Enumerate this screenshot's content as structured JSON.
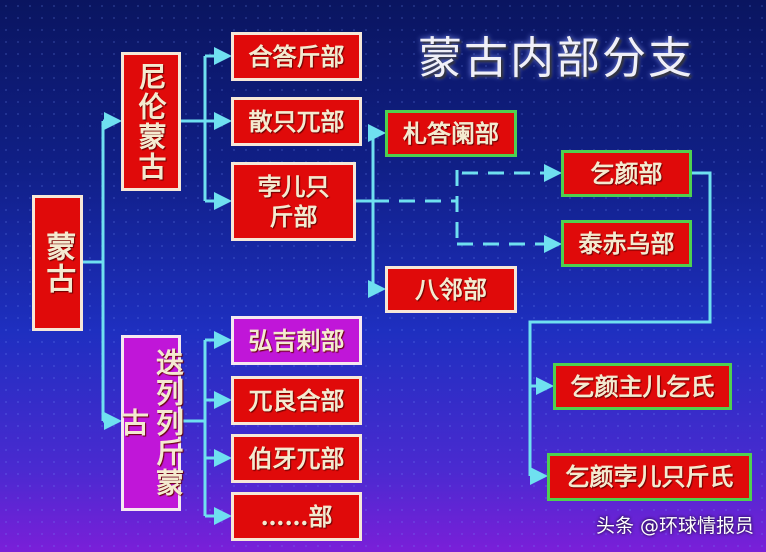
{
  "title": "蒙古内部分支",
  "watermark": "头条 @环球情报员",
  "nodes": {
    "mongol": "蒙古",
    "niru": "尼伦蒙古",
    "dieli": "迭列列斤蒙古",
    "hedajin": "合答斤部",
    "sanzhiwu": "散只兀部",
    "borjigin": "孛儿只斤部",
    "hongjila": "弘吉剌部",
    "wulianghe": "兀良合部",
    "boyawu": "伯牙兀部",
    "etc": "……部",
    "zhadalan": "札答阑部",
    "balin": "八邻部",
    "qiyan": "乞颜部",
    "taichiwu": "泰赤乌部",
    "zhuerqi": "乞颜主儿乞氏",
    "qiyanborjigin": "乞颜孛儿只斤氏"
  },
  "colors": {
    "node": "#e00a0a",
    "purple": "#c016d8",
    "line": "#6fe0f0",
    "green_border": "#4fd04f"
  }
}
